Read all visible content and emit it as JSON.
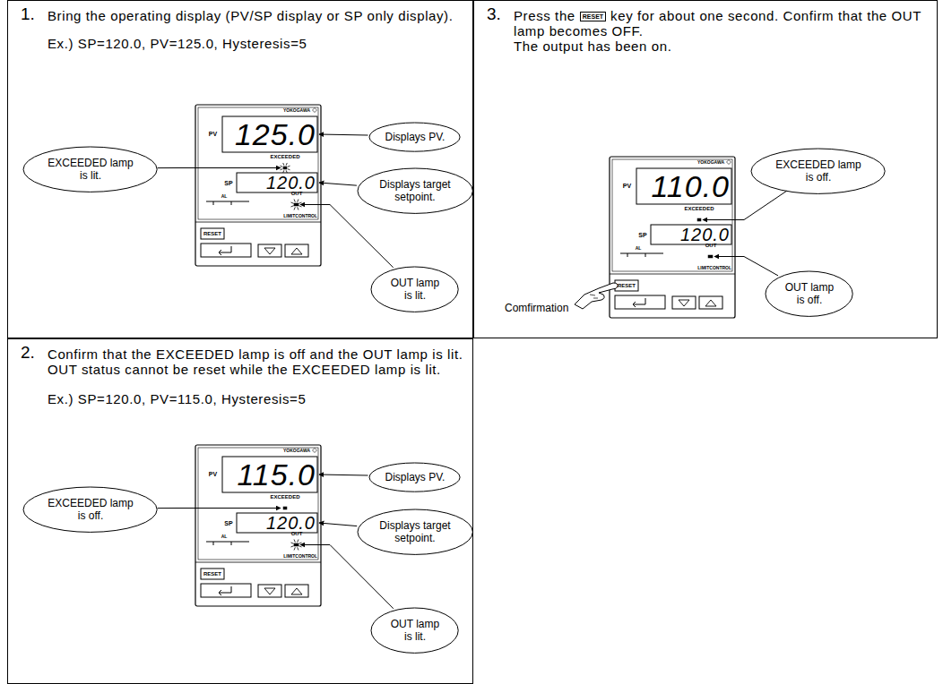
{
  "diagram": {
    "nodes": [
      {
        "text": [
          "1.",
          "Bring the operating display (PV/SP display or SP only display).",
          "Ex.) SP=120.0, PV=125.0, Hysteresis=5"
        ]
      },
      {
        "text": [
          "EXCEEDED lamp is lit."
        ],
        "in": 0
      },
      {
        "text": [
          "Displays PV."
        ],
        "in": 0
      },
      {
        "text": [
          "Displays target setpoint."
        ],
        "in": 0
      },
      {
        "text": [
          "OUT lamp is lit."
        ],
        "in": 0
      },
      {
        "text": [
          "3.",
          "Press the",
          "RESET",
          "key for about one second. Confirm that the OUT lamp becomes OFF.",
          "The output has been on."
        ]
      },
      {
        "text": [
          "EXCEEDED lamp is off."
        ],
        "in": 5
      },
      {
        "text": [
          "OUT lamp is off."
        ],
        "in": 5
      },
      {
        "text": [
          "2.",
          "Confirm that the EXCEEDED lamp is off and the OUT lamp is lit.",
          "OUT status cannot be reset while the EXCEEDED lamp is lit.",
          "Ex.) SP=120.0, PV=115.0, Hysteresis=5"
        ]
      },
      {
        "text": [
          "EXCEEDED lamp is off."
        ],
        "in": 8
      },
      {
        "text": [
          "Displays PV."
        ],
        "in": 8
      },
      {
        "text": [
          "Displays target setpoint."
        ],
        "in": 8
      },
      {
        "text": [
          "OUT lamp is lit."
        ],
        "in": 8
      }
    ],
    "labels": [
      "YOKOGAWA",
      "PV",
      "125.0",
      "EXCEEDED",
      "SP",
      "120.0",
      "AL",
      "OUT",
      "LIMITCONTROL",
      "RESET",
      "YOKOGAWA",
      "PV",
      "110.0",
      "EXCEEDED",
      "SP",
      "120.0",
      "AL",
      "OUT",
      "LIMITCONTROL",
      "RESET",
      "Comfirmation",
      "YOKOGAWA",
      "PV",
      "115.0",
      "EXCEEDED",
      "SP",
      "120.0",
      "AL",
      "OUT",
      "LIMITCONTROL",
      "RESET"
    ]
  }
}
